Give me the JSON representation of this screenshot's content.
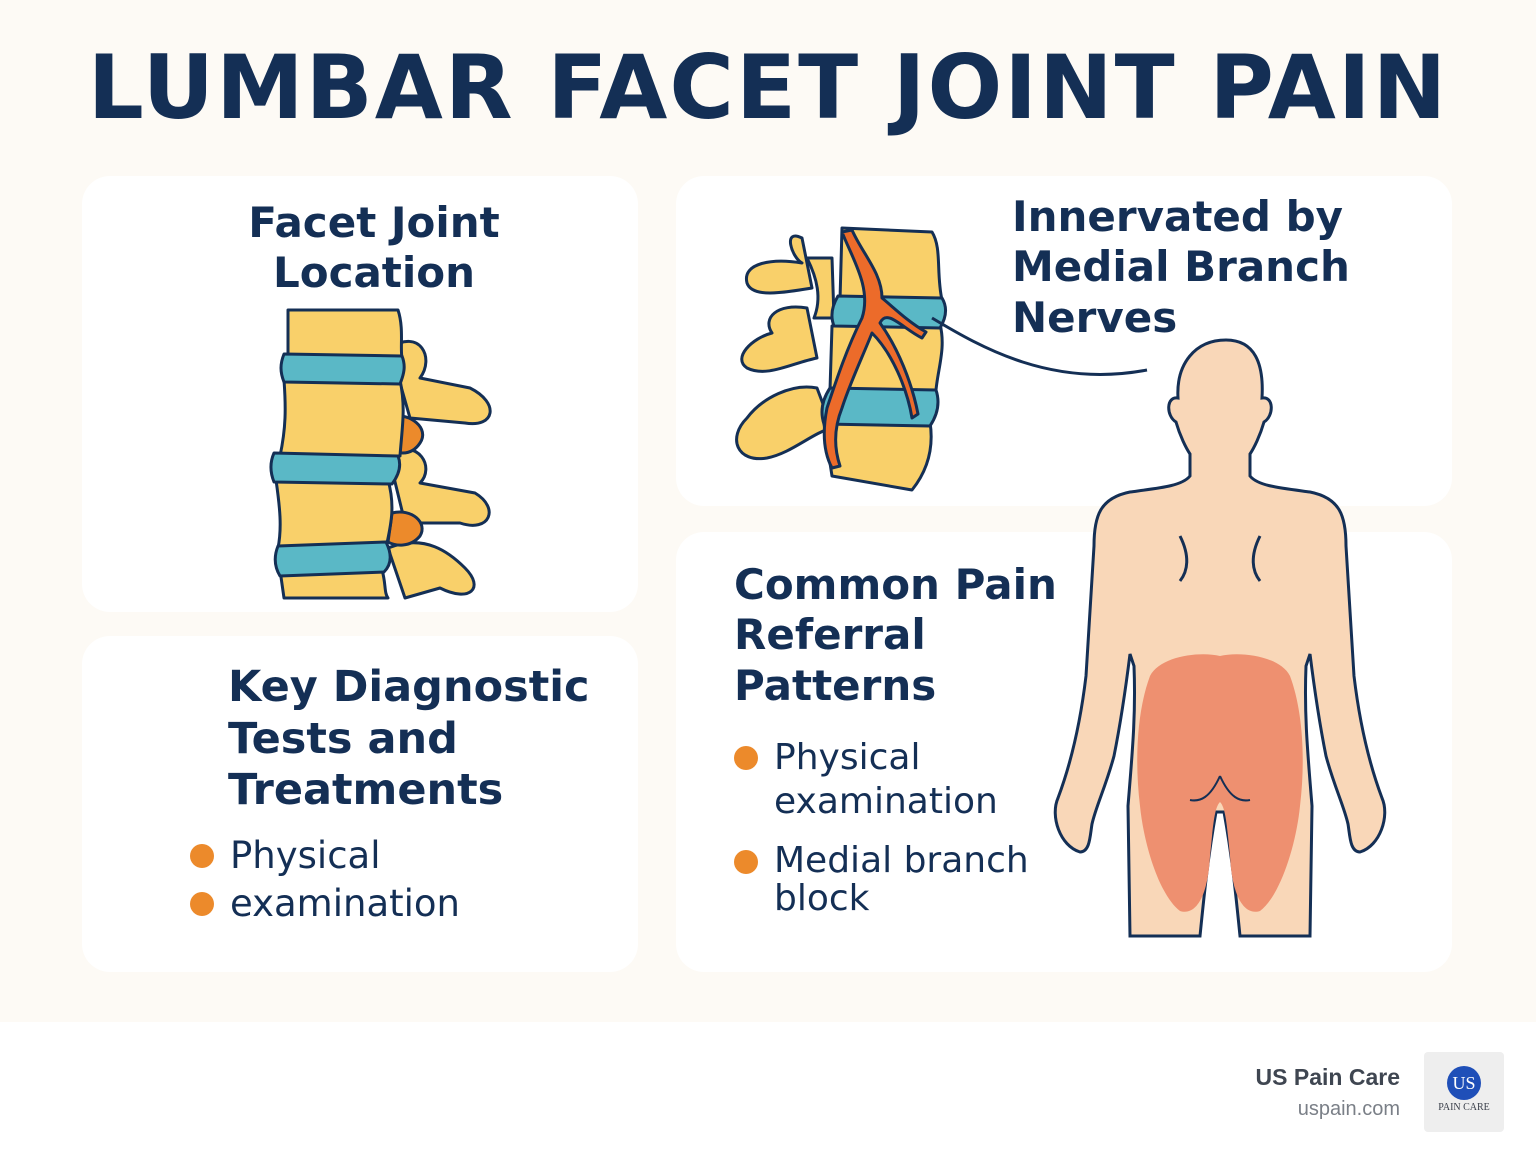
{
  "title": "LUMBAR FACET JOINT PAIN",
  "panels": {
    "location": {
      "heading_line1": "Facet Joint",
      "heading_line2": "Location"
    },
    "innervation": {
      "heading_line1": "Innervated by",
      "heading_line2": "Medial Branch",
      "heading_line3": "Nerves"
    },
    "diagnostics": {
      "heading_line1": "Key Diagnostic",
      "heading_line2": "Tests and",
      "heading_line3": "Treatments",
      "bullets": [
        "Physical",
        "examination"
      ]
    },
    "referral": {
      "heading_line1": "Common Pain",
      "heading_line2": "Referral",
      "heading_line3": "Patterns",
      "bullets": [
        {
          "line1": "Physical",
          "line2": "examination"
        },
        {
          "line1": "Medial branch",
          "line2": "block"
        }
      ]
    }
  },
  "footer": {
    "brand_name": "US Pain Care",
    "brand_url": "uspain.com",
    "logo_initials": "US",
    "logo_text": "PAIN CARE"
  },
  "colors": {
    "navy": "#142f55",
    "bone": "#f9d06a",
    "disc": "#5ab8c6",
    "accent": "#ec8a2b",
    "skin": "#f9d7b8",
    "pain": "#ee9070"
  },
  "icons": [
    "spine-illustration",
    "nerve-spine-illustration",
    "human-back-illustration",
    "bullet-dot-icon"
  ]
}
